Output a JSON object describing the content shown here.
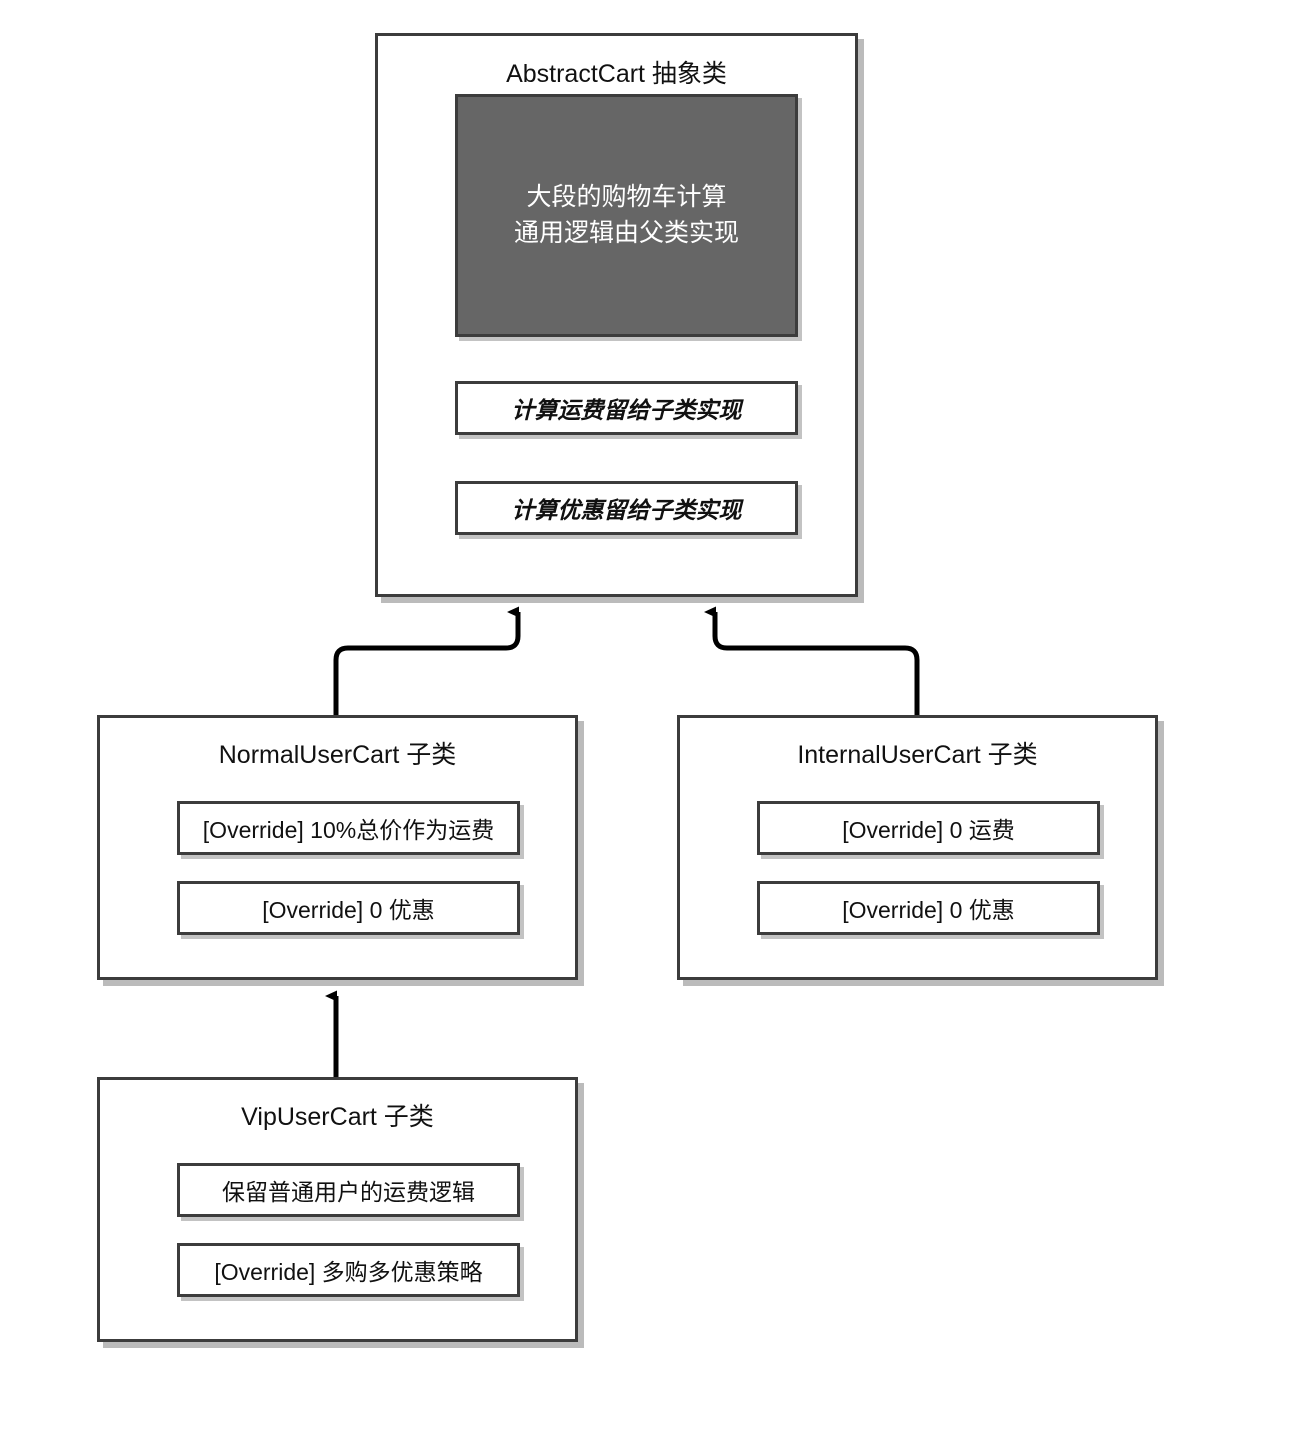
{
  "diagram": {
    "title_note": "AbstractCart inheritance diagram",
    "colors": {
      "border": "#3c3c3c",
      "block_fill": "#666666",
      "block_text": "#ffffff",
      "shadow": "#9b9b9b",
      "background": "#ffffff",
      "text": "#111111"
    }
  },
  "classes": {
    "abstract_cart": {
      "title": "AbstractCart 抽象类",
      "body_block": {
        "line1": "大段的购物车计算",
        "line2": "通用逻辑由父类实现"
      },
      "members": [
        {
          "label": "计算运费留给子类实现",
          "style": "italic"
        },
        {
          "label": "计算优惠留给子类实现",
          "style": "italic"
        }
      ]
    },
    "normal_user_cart": {
      "title": "NormalUserCart 子类",
      "members": [
        {
          "label": "[Override] 10%总价作为运费",
          "style": "normal"
        },
        {
          "label": "[Override] 0 优惠",
          "style": "normal"
        }
      ]
    },
    "internal_user_cart": {
      "title": "InternalUserCart 子类",
      "members": [
        {
          "label": "[Override] 0 运费",
          "style": "normal"
        },
        {
          "label": "[Override] 0 优惠",
          "style": "normal"
        }
      ]
    },
    "vip_user_cart": {
      "title": "VipUserCart 子类",
      "members": [
        {
          "label": "保留普通用户的运费逻辑",
          "style": "normal"
        },
        {
          "label": "[Override] 多购多优惠策略",
          "style": "normal"
        }
      ]
    }
  },
  "edges": [
    {
      "from": "normal_user_cart",
      "to": "abstract_cart",
      "kind": "inheritance"
    },
    {
      "from": "internal_user_cart",
      "to": "abstract_cart",
      "kind": "inheritance"
    },
    {
      "from": "vip_user_cart",
      "to": "normal_user_cart",
      "kind": "inheritance"
    }
  ]
}
